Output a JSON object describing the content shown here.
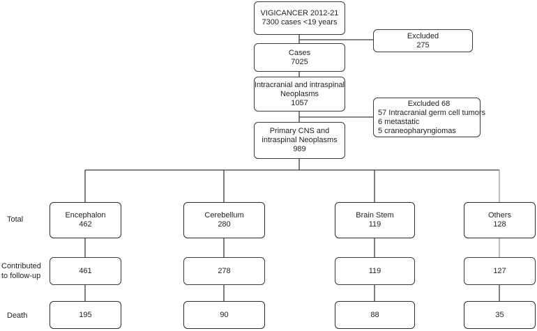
{
  "top": {
    "line1": "VIGICANCER 2012-21",
    "line2": "7300 cases <19 years"
  },
  "excluded1": {
    "line1": "Excluded",
    "line2": "275"
  },
  "cases": {
    "line1": "Cases",
    "line2": "7025"
  },
  "intracranial": {
    "line1": "Intracranial and intraspinal",
    "line2": "Neoplasms",
    "line3": "1057"
  },
  "excluded2": {
    "title": "Excluded  68",
    "items": [
      "57 Intracranial germ cell tumors",
      "6 metastatic",
      "5 craneopharyngiomas"
    ]
  },
  "primary": {
    "line1": "Primary CNS and",
    "line2": "intraspinal Neoplasms",
    "line3": "989"
  },
  "row_labels": {
    "total": "Total",
    "followup_1": "Contributed",
    "followup_2": "to follow-up",
    "death": "Death"
  },
  "branches": [
    {
      "name": "Encephalon",
      "total": "462",
      "followup": "461",
      "death": "195"
    },
    {
      "name": "Cerebellum",
      "total": "280",
      "followup": "278",
      "death": "90"
    },
    {
      "name": "Brain Stem",
      "total": "119",
      "followup": "119",
      "death": "88"
    },
    {
      "name": "Others",
      "total": "128",
      "followup": "127",
      "death": "35"
    }
  ],
  "colors": {
    "line": "#3a3a3a",
    "line_light": "#9a9a9a",
    "border": "#3a3a3a",
    "text": "#222222"
  }
}
